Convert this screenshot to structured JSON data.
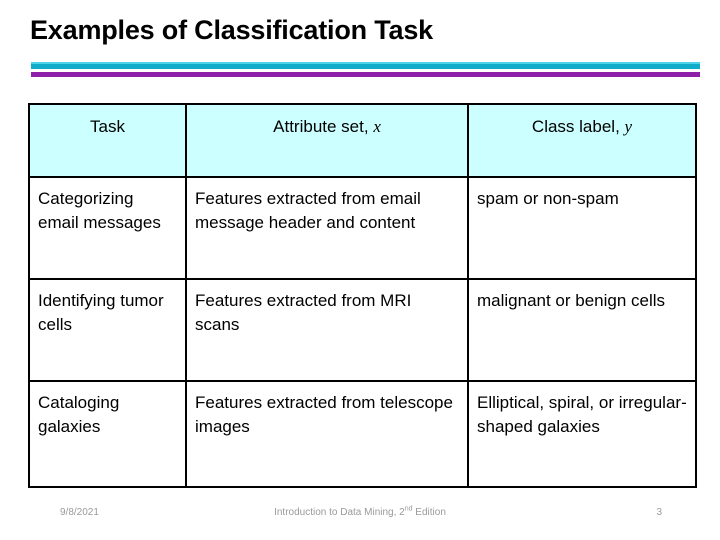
{
  "slide": {
    "title": "Examples of Classification Task",
    "accent_cyan_light": "#4FD3E8",
    "accent_cyan": "#12ACCB",
    "accent_purple": "#8E1FA8",
    "header_fill": "#CCFFFF"
  },
  "table": {
    "headers": [
      {
        "text": "Task",
        "variable": ""
      },
      {
        "text": "Attribute set, ",
        "variable": "x"
      },
      {
        "text": "Class label, ",
        "variable": "y"
      }
    ],
    "rows": [
      {
        "task": "Categorizing email messages",
        "attributes": "Features extracted from email message header and content",
        "label": "spam or non-spam"
      },
      {
        "task": "Identifying tumor cells",
        "attributes": "Features extracted from MRI scans",
        "label": "malignant or benign cells"
      },
      {
        "task": "Cataloging galaxies",
        "attributes": "Features extracted from telescope images",
        "label": "Elliptical, spiral, or irregular-shaped galaxies"
      }
    ]
  },
  "footer": {
    "date": "9/8/2021",
    "center_before": "Introduction to Data Mining, 2",
    "center_sup": "nd",
    "center_after": " Edition",
    "page": "3"
  }
}
